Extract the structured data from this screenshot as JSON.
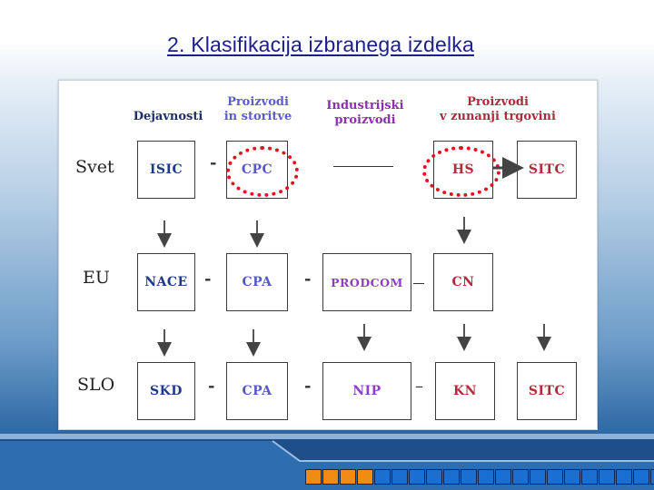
{
  "slide": {
    "title": "2.  Klasifikacija izbranega izdelka"
  },
  "columns": {
    "dejavnosti": "Dejavnosti",
    "proizvodi_storitve": [
      "Proizvodi",
      "in storitve"
    ],
    "industrijski": [
      "Industrijski",
      "proizvodi"
    ],
    "zunanja_trgovina": [
      "Proizvodi",
      "v zunanji trgovini"
    ]
  },
  "rows": {
    "svet": "Svet",
    "eu": "EU",
    "slo": "SLO"
  },
  "boxes": {
    "svet": {
      "isic": "ISIC",
      "cpc": "CPC",
      "hs": "HS",
      "sitc": "SITC"
    },
    "eu": {
      "nace": "NACE",
      "cpa": "CPA",
      "prodcom": "PRODCOM",
      "cn": "CN"
    },
    "slo": {
      "skd": "SKD",
      "cpa": "CPA",
      "nip": "NIP",
      "kn": "KN",
      "sitc": "SITC"
    }
  },
  "separators": {
    "dash": "-",
    "long_dash": "–"
  },
  "colors": {
    "highlight": "#e0141e",
    "accent": "#1b1f8a",
    "progress_active": "#f08c12",
    "progress_idle": "#1a6fd0"
  },
  "progress": {
    "total": 22,
    "completed": 4
  }
}
